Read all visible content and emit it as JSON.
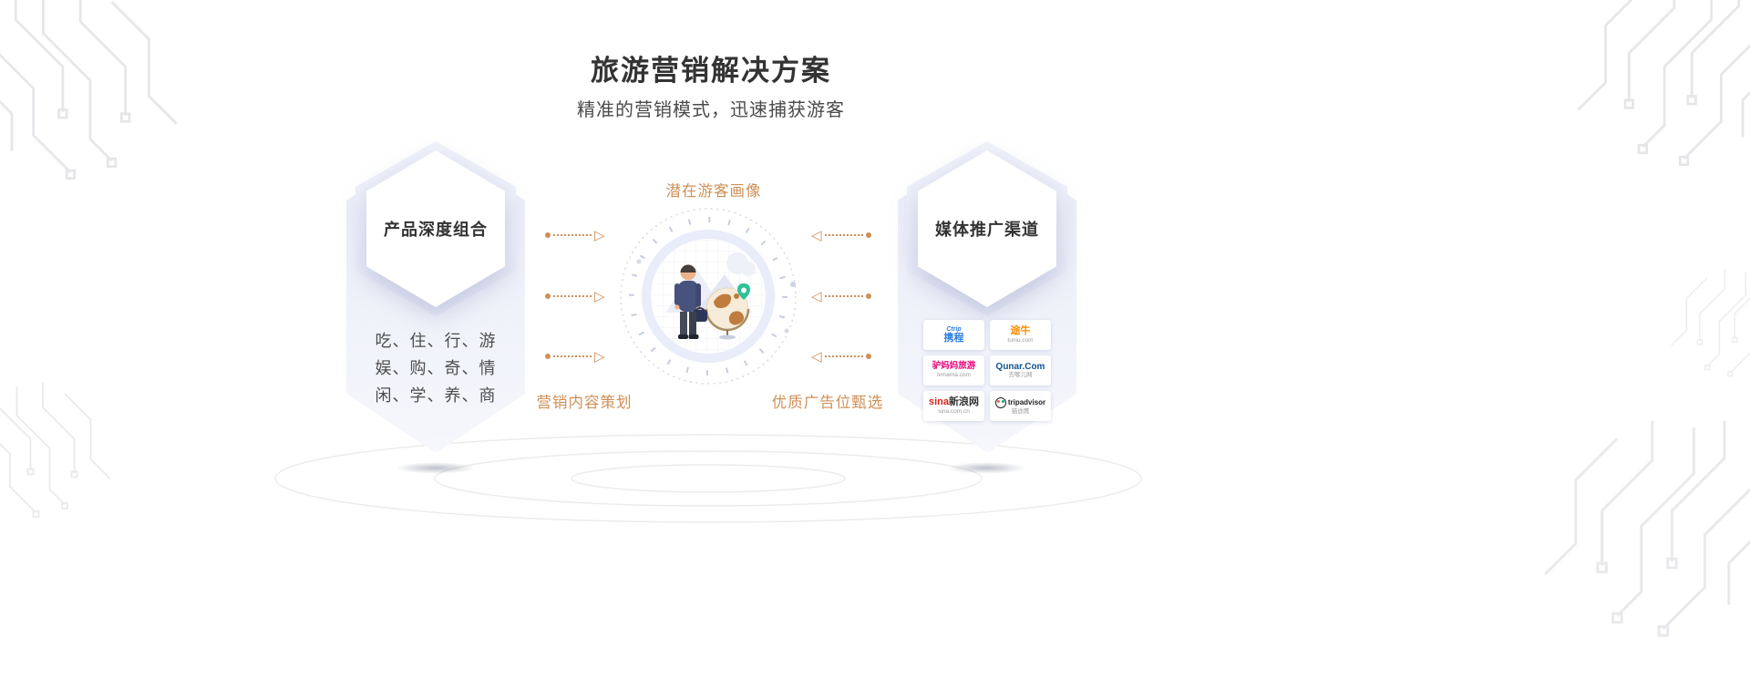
{
  "header": {
    "title": "旅游营销解决方案",
    "subtitle": "精准的营销模式，迅速捕获游客"
  },
  "left_card": {
    "title": "产品深度组合",
    "lines": [
      "吃、住、行、游",
      "娱、购、奇、情",
      "闲、学、养、商"
    ]
  },
  "center": {
    "top_label": "潜在游客画像",
    "bottom_left_label": "营销内容策划",
    "bottom_right_label": "优质广告位甄选"
  },
  "right_card": {
    "title": "媒体推广渠道",
    "logos": [
      {
        "id": "ctrip",
        "top": "Ctrip",
        "main": "携程",
        "main2": "",
        "sub": "",
        "color": "#2b7de0"
      },
      {
        "id": "tuniu",
        "top": "",
        "main": "途牛",
        "main2": "",
        "sub": "tuniu.com",
        "color": "#ff8a00"
      },
      {
        "id": "lvmama",
        "top": "",
        "main": "驴妈妈旅游",
        "main2": "",
        "sub": "lvmama.com",
        "color": "#e6087d"
      },
      {
        "id": "qunar",
        "top": "",
        "main": "Qunar.Com",
        "main2": "",
        "sub": "去哪儿网",
        "color": "#0f5391"
      },
      {
        "id": "sina",
        "top": "",
        "main": "sina",
        "main2": "新浪网",
        "sub": "sina.com.cn",
        "color": "#d6251b"
      },
      {
        "id": "tripadvisor",
        "top": "",
        "main": "tripadvisor",
        "main2": "",
        "sub": "猫途鹰",
        "color": "#222222"
      }
    ]
  },
  "icons": {
    "triangle_right": "▷",
    "triangle_left": "◁"
  },
  "colors": {
    "accent_orange": "#cf8f57",
    "card_background": "#e9ecf8",
    "title_text": "#333333",
    "body_text": "#4d4d4d",
    "pin_green": "#2cc295"
  }
}
